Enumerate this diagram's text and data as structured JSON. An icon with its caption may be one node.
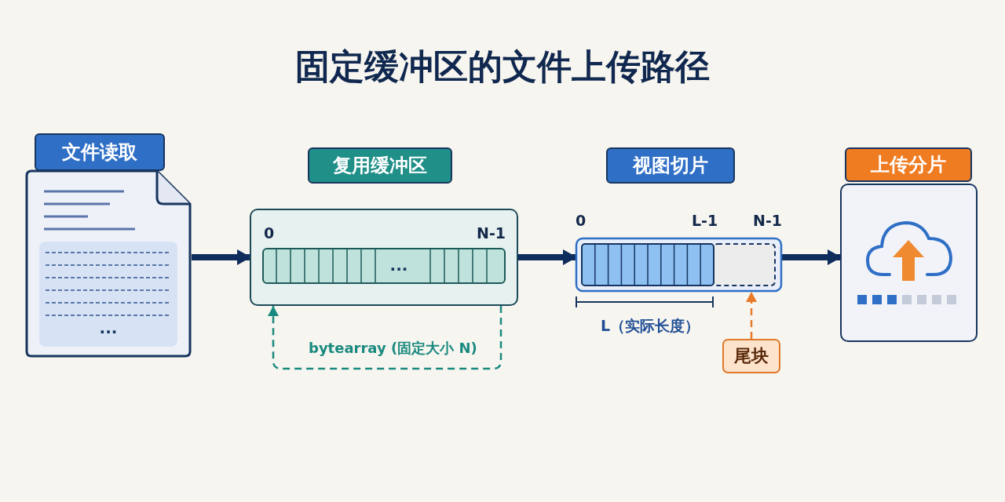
{
  "diagram": {
    "title": "固定缓冲区的文件上传路径",
    "nodes": [
      {
        "text": [
          "文件读取",
          "..."
        ]
      },
      {
        "text": [
          "复用缓冲区",
          "0",
          "N-1",
          "..."
        ]
      },
      {
        "text": [
          "视图切片",
          "0",
          "L-1",
          "N-1"
        ]
      },
      {
        "text": [
          "上传分片"
        ]
      },
      {
        "text": [
          "尾块"
        ]
      }
    ],
    "edges": [
      {
        "from": 0,
        "to": 1,
        "arrow": "to"
      },
      {
        "from": 1,
        "to": 2,
        "arrow": "to"
      },
      {
        "from": 2,
        "to": 3,
        "arrow": "to"
      },
      {
        "from": 1,
        "to": 1,
        "arrow": "to",
        "label": "bytearray (固定大小 N)",
        "style": "dashed",
        "color": "#1a8a80"
      },
      {
        "from": 4,
        "to": 2,
        "arrow": "to",
        "style": "dashed",
        "color": "#e87a2a"
      }
    ],
    "labels": [
      "L（实际长度）"
    ]
  }
}
